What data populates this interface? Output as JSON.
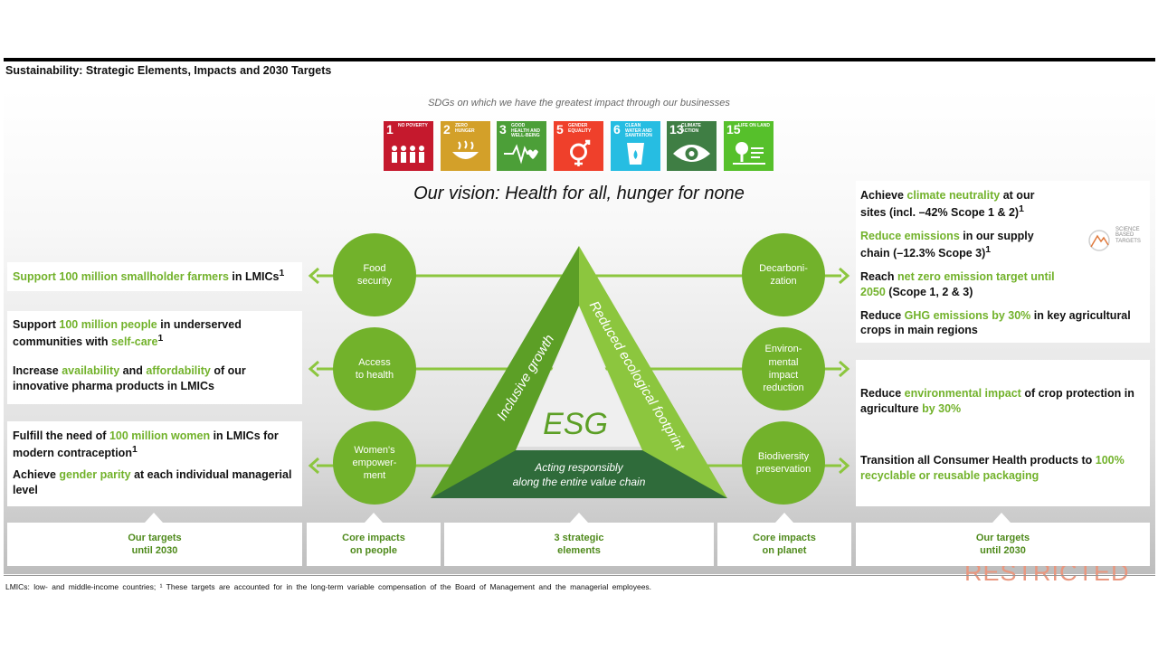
{
  "title": "Sustainability: Strategic Elements, Impacts and 2030 Targets",
  "sdg_caption": "SDGs on which we have the greatest impact through our businesses",
  "sdgs": [
    {
      "num": "1",
      "label": "NO POVERTY",
      "color": "#c5192d",
      "icon": "people-icon"
    },
    {
      "num": "2",
      "label": "ZERO HUNGER",
      "color": "#d3a029",
      "icon": "bowl-icon"
    },
    {
      "num": "3",
      "label": "GOOD HEALTH AND WELL-BEING",
      "color": "#4c9f38",
      "icon": "heartbeat-icon"
    },
    {
      "num": "5",
      "label": "GENDER EQUALITY",
      "color": "#ef402b",
      "icon": "gender-icon"
    },
    {
      "num": "6",
      "label": "CLEAN WATER AND SANITATION",
      "color": "#26bde2",
      "icon": "water-icon"
    },
    {
      "num": "13",
      "label": "CLIMATE ACTION",
      "color": "#3f7e44",
      "icon": "eye-globe-icon"
    },
    {
      "num": "15",
      "label": "LIFE ON LAND",
      "color": "#56c02b",
      "icon": "tree-icon"
    }
  ],
  "vision": "Our vision: Health for all, hunger for none",
  "triangle": {
    "left_label": "Inclusive growth",
    "right_label": "Reduced ecological footprint",
    "center": "ESG",
    "base_line1": "Acting responsibly",
    "base_line2": "along the entire value chain"
  },
  "people_impacts": [
    {
      "line1": "Food",
      "line2": "security",
      "line3": ""
    },
    {
      "line1": "Access",
      "line2": "to health",
      "line3": ""
    },
    {
      "line1": "Women's",
      "line2": "empower-",
      "line3": "ment"
    }
  ],
  "planet_impacts": [
    {
      "line1": "Decarboni-",
      "line2": "zation",
      "line3": ""
    },
    {
      "line1": "Environ-",
      "line2": "mental",
      "line3": "impact",
      "line4": "reduction"
    },
    {
      "line1": "Biodiversity",
      "line2": "preservation",
      "line3": ""
    }
  ],
  "people_targets": {
    "t1": {
      "g": "Support 100 million smallholder farmers",
      "rest": " in LMICs",
      "sup": "1"
    },
    "t2": {
      "a": "Support ",
      "g1": "100 million people",
      "b": " in underserved communities with ",
      "g2": "self-care",
      "sup": "1"
    },
    "t3": {
      "a": "Increase ",
      "g1": "availability",
      "b": " and ",
      "g2": "affordability",
      "c": " of our innovative pharma products in LMICs"
    },
    "t4": {
      "a": "Fulfill the need of ",
      "g": "100 million women",
      "b": " in LMICs for modern contraception",
      "sup": "1"
    },
    "t5": {
      "a": "Achieve ",
      "g": "gender parity",
      "b": " at each individual managerial level"
    }
  },
  "planet_targets": {
    "t1": {
      "a": "Achieve ",
      "g": "climate neutrality",
      "b": " at our sites (incl. –42% Scope 1 & 2)",
      "sup": "1"
    },
    "t2": {
      "g": "Reduce emissions",
      "b": " in our supply chain (–12.3% Scope 3)",
      "sup": "1"
    },
    "t3": {
      "a": "Reach ",
      "g": "net zero emission target until 2050",
      "b": " (Scope 1, 2 & 3)"
    },
    "t4": {
      "a": "Reduce ",
      "g": "GHG emissions by 30%",
      "b": " in key agricultural crops in main regions"
    },
    "t5": {
      "a": "Reduce ",
      "g1": "environmental impact",
      "b": " of crop protection in agriculture ",
      "g2": "by 30%"
    },
    "t6": {
      "a": "Transition all Consumer Health products to ",
      "g": "100% recyclable or reusable packaging"
    }
  },
  "sbt_logo": {
    "line1": "SCIENCE",
    "line2": "BASED",
    "line3": "TARGETS"
  },
  "footer": [
    {
      "line1": "Our targets",
      "line2": "until 2030"
    },
    {
      "line1": "Core impacts",
      "line2": "on people"
    },
    {
      "line1": "3 strategic",
      "line2": "elements"
    },
    {
      "line1": "Core impacts",
      "line2": "on planet"
    },
    {
      "line1": "Our targets",
      "line2": "until 2030"
    }
  ],
  "footnote": "LMICs: low- and middle-income countries; ¹ These targets are accounted for in the long-term variable compensation of the Board of Management and the managerial employees.",
  "watermark": "RESTRICTED",
  "colors": {
    "accent_green": "#72b22b",
    "light_green": "#8cc63e",
    "dark_green": "#2f6b3a",
    "footer_text": "#4f8a1c"
  }
}
